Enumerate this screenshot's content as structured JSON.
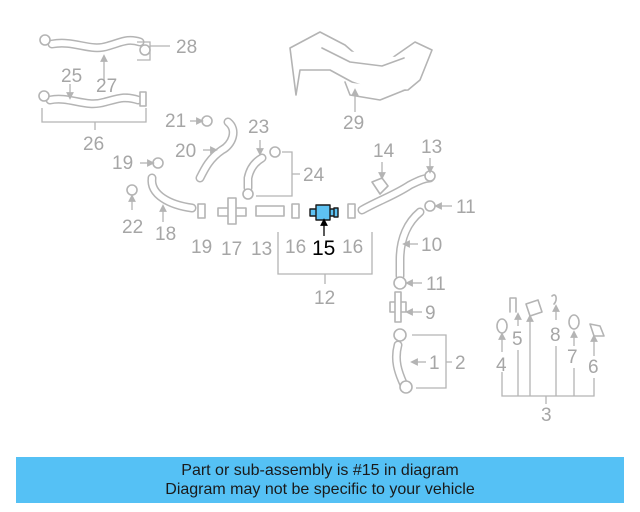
{
  "diagram": {
    "highlighted_part": "15",
    "labels": {
      "n1": "1",
      "n2": "2",
      "n3": "3",
      "n4": "4",
      "n5": "5",
      "n6": "6",
      "n7": "7",
      "n8": "8",
      "n9": "9",
      "n10": "10",
      "n11a": "11",
      "n11b": "11",
      "n12": "12",
      "n13a": "13",
      "n13b": "13",
      "n14": "14",
      "n15": "15",
      "n16a": "16",
      "n16b": "16",
      "n17": "17",
      "n18": "18",
      "n19a": "19",
      "n19b": "19",
      "n20": "20",
      "n21": "21",
      "n22": "22",
      "n23": "23",
      "n24": "24",
      "n25": "25",
      "n26": "26",
      "n27": "27",
      "n28": "28",
      "n29": "29"
    },
    "colors": {
      "highlight": "#5ec2f2",
      "parts": "#b4b4b4",
      "banner": "#55c1f5"
    }
  },
  "banner": {
    "line1": "Part or sub-assembly is #15 in diagram",
    "line2": "Diagram may not be specific to your vehicle"
  }
}
